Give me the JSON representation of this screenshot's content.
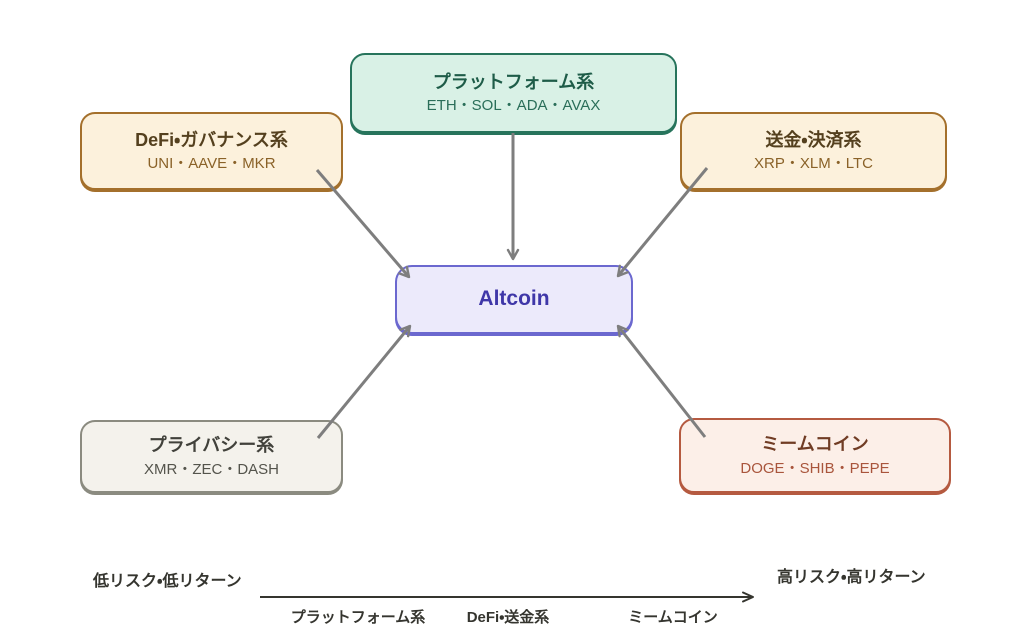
{
  "diagram_type": "altcoin-category-map",
  "nodes": {
    "platform": {
      "title": "プラットフォーム系",
      "subtitle": "ETH・SOL・ADA・AVAX"
    },
    "defi": {
      "title": "DeFi・ガバナンス系",
      "subtitle": "UNI・AAVE・MKR"
    },
    "payment": {
      "title": "送金・決済系",
      "subtitle": "XRP・XLM・LTC"
    },
    "altcoin": {
      "title": "Altcoin"
    },
    "privacy": {
      "title": "プライバシー系",
      "subtitle": "XMR・ZEC・DASH"
    },
    "meme": {
      "title": "ミームコイン",
      "subtitle": "DOGE・SHIB・PEPE"
    }
  },
  "edges": [
    {
      "from": "platform",
      "to": "altcoin"
    },
    {
      "from": "defi",
      "to": "altcoin"
    },
    {
      "from": "payment",
      "to": "altcoin"
    },
    {
      "from": "privacy",
      "to": "altcoin"
    },
    {
      "from": "meme",
      "to": "altcoin"
    }
  ],
  "risk_axis": {
    "low_label": "低リスク・低リターン",
    "high_label": "高リスク・高リターン",
    "tick_labels": [
      "プラットフォーム系",
      "DeFi・送金系",
      "ミームコイン"
    ]
  },
  "colors": {
    "background": "#ffffff",
    "arrow": "#7e7e7e",
    "axis": "#35352f",
    "platform": {
      "bg": "#d9f1e6",
      "border": "#27745c",
      "title": "#1e5c48",
      "subtitle": "#2a6e59"
    },
    "defi": {
      "bg": "#fcf1dc",
      "border": "#a4702c",
      "title": "#54401e",
      "subtitle": "#8a6228"
    },
    "payment": {
      "bg": "#fcf1dc",
      "border": "#a4702c",
      "title": "#54401e",
      "subtitle": "#8a6228"
    },
    "altcoin": {
      "bg": "#eceafb",
      "border": "#6b68cf",
      "title": "#3f37a8"
    },
    "privacy": {
      "bg": "#f4f2ec",
      "border": "#8b8b80",
      "title": "#41413b",
      "subtitle": "#54544c"
    },
    "meme": {
      "bg": "#fcefe8",
      "border": "#b55a40",
      "title": "#703c24",
      "subtitle": "#a9553c"
    }
  }
}
